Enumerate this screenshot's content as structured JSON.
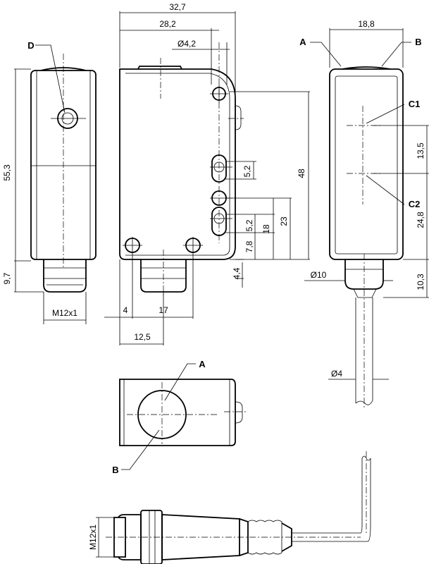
{
  "dims": {
    "w_total": "32,7",
    "w_body": "28,2",
    "hole_d": "Ø4,2",
    "h_total": "55,3",
    "h_conn": "9,7",
    "thread_left": "M12x1",
    "off_4": "4",
    "w_17": "17",
    "w_12_5": "12,5",
    "w_18_8": "18,8",
    "h_48": "48",
    "s_5_2a": "5,2",
    "h_23": "23",
    "h_18": "18",
    "s_5_2b": "5,2",
    "h_7_8": "7,8",
    "h_4_4": "4,4",
    "d_10": "Ø10",
    "h_13_5": "13,5",
    "h_24_8": "24,8",
    "h_10_3": "10,3",
    "d_4": "Ø4",
    "thread_bottom": "M12x1"
  },
  "labels": {
    "d": "D",
    "a_top": "A",
    "b_top": "B",
    "c1": "C1",
    "c2": "C2",
    "a_bottom": "A",
    "b_bottom": "B"
  }
}
